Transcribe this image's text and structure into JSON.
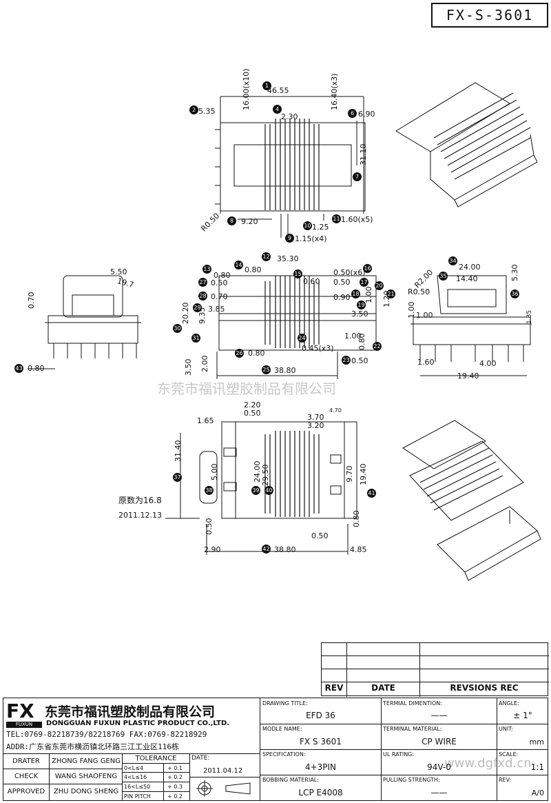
{
  "drawing_no": "FX-S-3601",
  "watermark": "东莞市福讯塑胶制品有限公司",
  "watermark_url": "www.dgfxd.cn",
  "note": {
    "line1": "原数为16.8",
    "line2": "2011.12.13"
  },
  "dimensions": {
    "top": [
      "46.55",
      "5.35",
      "16.00(x10)",
      "2.30",
      "16.40(x3)",
      "6.90",
      "31.10",
      "R0.50",
      "9.20",
      "1.25",
      "1.60(x5)",
      "1.15(x4)"
    ],
    "middle": [
      "35.30",
      "0.80",
      "0.80",
      "0.50",
      "0.70",
      "3.85",
      "20.20",
      "9.35",
      "0.50(x6)",
      "0.60",
      "0.50",
      "0.90",
      "1.00",
      "1.20",
      "3.50",
      "1.00",
      "0.45(x3)",
      "0.80",
      "0.80",
      "38.80",
      "3.50",
      "2.00",
      "0.50"
    ],
    "left": [
      "5.50",
      "19.7",
      "0.70",
      "0.80"
    ],
    "right": [
      "24.00",
      "R2.00",
      "14.40",
      "R0.50",
      "5.30",
      "1.00",
      "1.00",
      "1.35",
      "1.60",
      "4.00",
      "19.40"
    ],
    "bottom": [
      "2.20",
      "0.50",
      "1.65",
      "31.40",
      "5.00",
      "24.00",
      "29.50",
      "3.70",
      "4.70",
      "3.20",
      "9.70",
      "19.40",
      "0.80",
      "0.50",
      "0.50",
      "2.90",
      "38.80",
      "4.85"
    ]
  },
  "revision": {
    "rev_h": "REV",
    "date_h": "DATE",
    "rec_h": "REVSIONS REC"
  },
  "company": {
    "logo": "FX",
    "logo_sub": "FUXUN",
    "name_cn": "东莞市福讯塑胶制品有限公司",
    "name_en": "DONGGUAN FUXUN PLASTIC PRODUCT CO.,LTD.",
    "tel": "TEL:0769-82218739/82218769 FAX:0769-82218929",
    "addr": "ADDR:广东省东莞市横沥镇北环路三江工业区116栋"
  },
  "people": [
    {
      "role": "DRATER",
      "name": "ZHONG FANG GENG"
    },
    {
      "role": "CHECK",
      "name": "WANG SHAOFENG"
    },
    {
      "role": "APPROVED",
      "name": "ZHU DONG SHENG"
    }
  ],
  "tolerance": {
    "title": "TOLERANCE",
    "rows": [
      {
        "range": "0<L≤4",
        "val": "+ 0.1"
      },
      {
        "range": "4<L≤16",
        "val": "+ 0.2"
      },
      {
        "range": "16<L≤50",
        "val": "+ 0.3"
      },
      {
        "range": "PIN PITCH",
        "val": "+ 0.2"
      }
    ]
  },
  "date": {
    "label": "DATE:",
    "value": "2011.04.12"
  },
  "fields": {
    "drawing_title": {
      "label": "DRAWING TITLE:",
      "value": "EFD 36"
    },
    "terminal_dimension": {
      "label": "TERMIAL DIMENTION:",
      "value": "——"
    },
    "angle": {
      "label": "ANGLE:",
      "value": "± 1°"
    },
    "model_name": {
      "label": "MODLE NAME:",
      "value": "FX S 3601"
    },
    "terminal_material": {
      "label": "TERMINAL MATERIAL:",
      "value": "CP WIRE"
    },
    "unit": {
      "label": "UNIT:",
      "value": "mm"
    },
    "specification": {
      "label": "SPECIFICATION:",
      "value": "4+3PIN"
    },
    "ul_rating": {
      "label": "UL RATING:",
      "value": "94V-0"
    },
    "scale": {
      "label": "SCALE:",
      "value": "1:1"
    },
    "bobbing_material": {
      "label": "BOBBING MATERIAL:",
      "value": "LCP E4008"
    },
    "pulling_strength": {
      "label": "PULLING STRENGTH:",
      "value": "——"
    },
    "rev": {
      "label": "REV:",
      "value": "A/0"
    }
  }
}
